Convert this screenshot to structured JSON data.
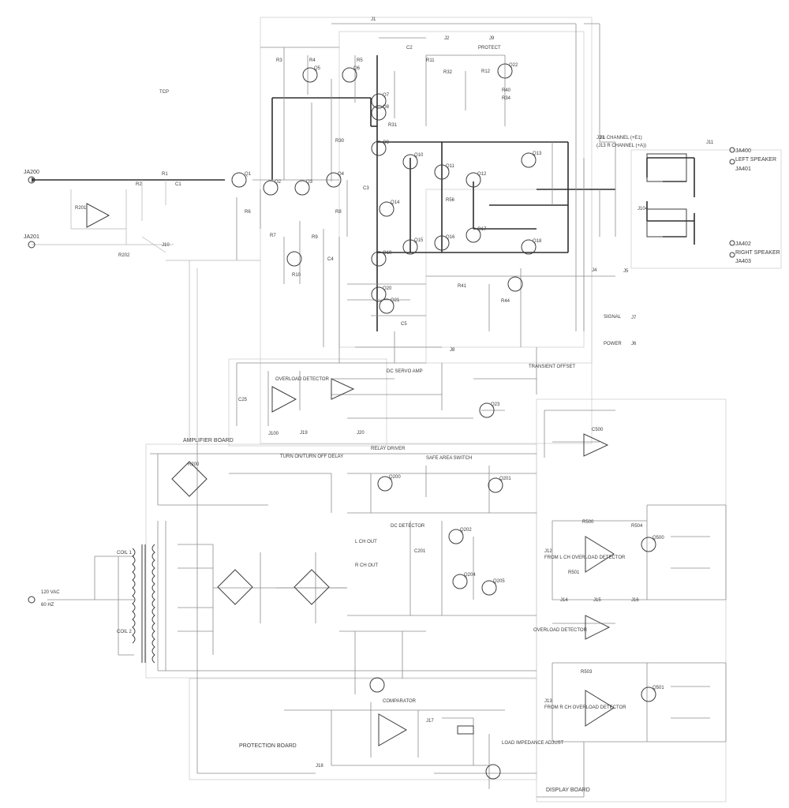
{
  "boards": {
    "amplifier": "AMPLIFIER BOARD",
    "protection": "PROTECTION BOARD",
    "display": "DISPLAY BOARD"
  },
  "inputs": {
    "left": "JA200",
    "right": "JA201"
  },
  "outputs": {
    "left_jacks": [
      "JA400",
      "JA401"
    ],
    "left_label": "LEFT SPEAKER",
    "right_jacks": [
      "JA402",
      "JA403"
    ],
    "right_label": "RIGHT SPEAKER"
  },
  "power": {
    "mains": "120 VAC",
    "freq": "60 HZ",
    "coil1": "COIL 1",
    "coil2": "COIL 2"
  },
  "sections": {
    "protect": "PROTECT",
    "dc_servo": "DC SERVO AMP",
    "overload": "OVERLOAD DETECTOR",
    "relay_driver": "RELAY DRIVER",
    "turn_onoff": "TURN ON/TURN OFF DELAY",
    "safe_area": "SAFE AREA SWITCH",
    "dc_detector": "DC DETECTOR",
    "comparator": "COMPARATOR",
    "load_adjust": "LOAD IMPEDANCE ADJUST",
    "transient": "TRANSIENT OFFSET",
    "from_lch": "FROM L CH OVERLOAD DETECTOR",
    "from_rch": "FROM R CH OVERLOAD DETECTOR",
    "overload2": "OVERLOAD DETECTOR",
    "signal": "SIGNAL",
    "power_led": "POWER",
    "tcp": "TCP",
    "lch_out": "L CH OUT",
    "rch_out": "R CH OUT",
    "channel_note": "J3 L CHANNEL (+E1)",
    "channel_note2": "(J13 R CHANNEL (+A))"
  },
  "connectors": [
    "J1",
    "J2",
    "J3",
    "J4",
    "J5",
    "J6",
    "J7",
    "J8",
    "J9",
    "J10",
    "J11",
    "J12",
    "J13",
    "J14",
    "J15",
    "J16",
    "J17",
    "J18",
    "J19",
    "J20",
    "J100",
    "J104"
  ],
  "components": {
    "transistors": [
      "Q1",
      "Q2",
      "Q3",
      "Q4",
      "Q5",
      "Q6",
      "Q7",
      "Q8",
      "Q9",
      "Q10",
      "Q11",
      "Q12",
      "Q13",
      "Q14",
      "Q15",
      "Q16",
      "Q17",
      "Q18",
      "Q19",
      "Q20",
      "Q21",
      "Q22",
      "Q23",
      "Q200",
      "Q201",
      "Q202",
      "Q204",
      "Q205",
      "Q500",
      "Q501"
    ],
    "resistors": [
      "R1",
      "R2",
      "R3",
      "R4",
      "R5",
      "R6",
      "R7",
      "R8",
      "R9",
      "R10",
      "R11",
      "R12",
      "R30",
      "R31",
      "R32",
      "R34",
      "R40",
      "R41",
      "R44",
      "R56",
      "R200",
      "R201",
      "R202",
      "R500",
      "R501",
      "R503",
      "R504"
    ],
    "capacitors": [
      "C1",
      "C2",
      "C3",
      "C4",
      "C5",
      "C25",
      "C201",
      "C500"
    ]
  }
}
